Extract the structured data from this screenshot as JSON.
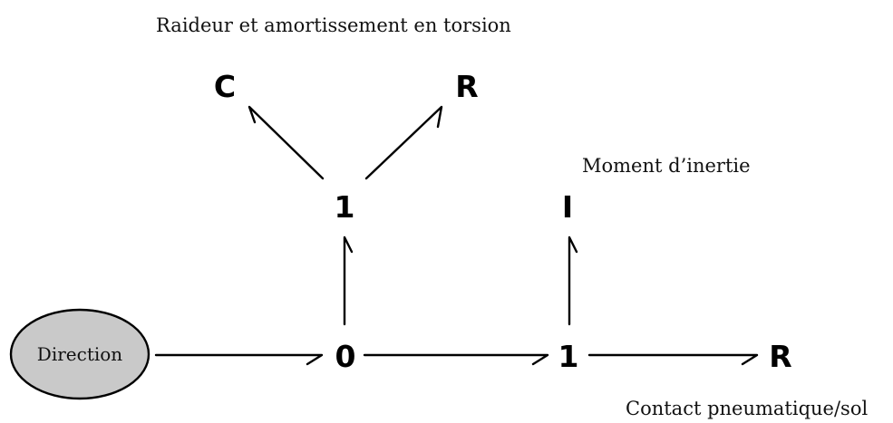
{
  "annotations": {
    "torsion": "Raideur et amortissement en torsion",
    "inertia": "Moment d’inertie",
    "contact": "Contact pneumatique/sol"
  },
  "source": {
    "label": "Direction"
  },
  "nodes": {
    "junction_zero": "0",
    "junction_one_bottom": "1",
    "junction_one_top": "1",
    "capacitor": "C",
    "resistor_top": "R",
    "inertia": "I",
    "resistor_right": "R"
  },
  "colors": {
    "source_fill": "#c9c9c9",
    "ink": "#000000"
  }
}
